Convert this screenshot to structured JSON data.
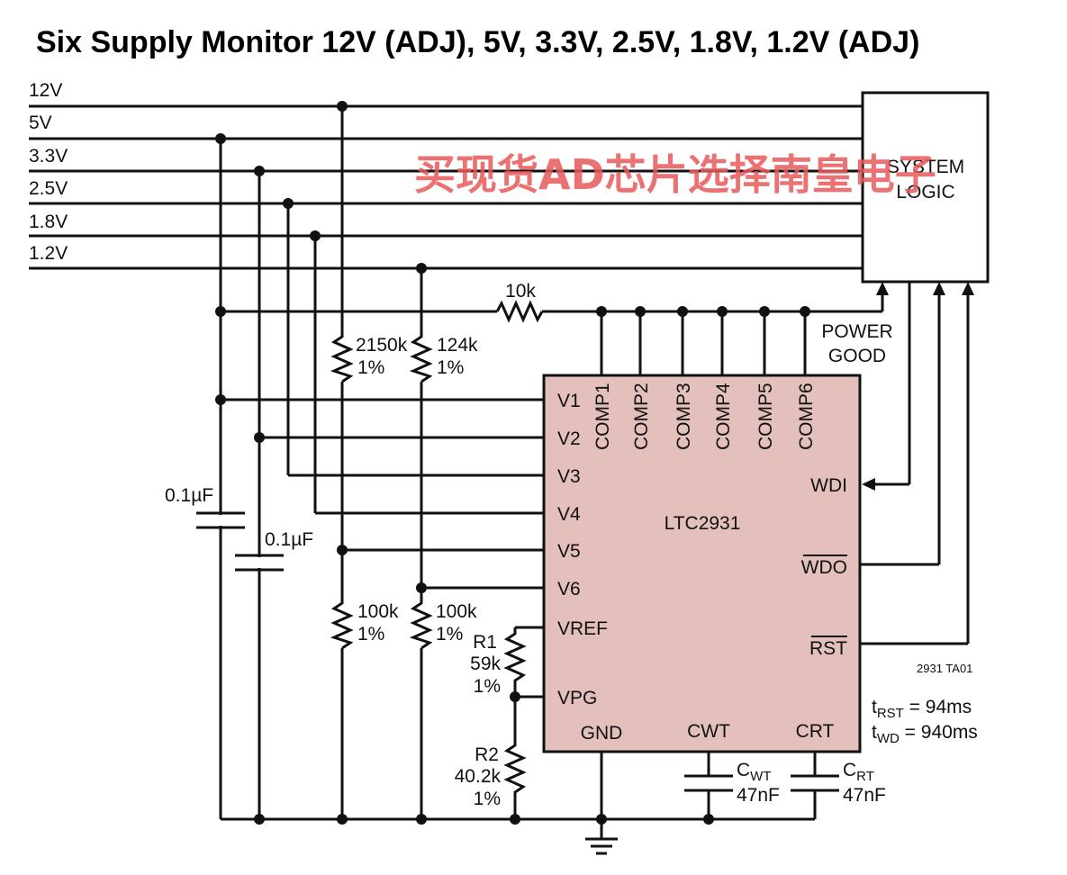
{
  "title": "Six Supply Monitor 12V (ADJ), 5V, 3.3V, 2.5V, 1.8V, 1.2V (ADJ)",
  "watermark": "买现货AD芯片选择南皇电子",
  "rails": [
    "12V",
    "5V",
    "3.3V",
    "2.5V",
    "1.8V",
    "1.2V"
  ],
  "system_logic": {
    "line1": "SYSTEM",
    "line2": "LOGIC"
  },
  "pullup": "10k",
  "power_good": {
    "line1": "POWER",
    "line2": "GOOD"
  },
  "chip": {
    "name": "LTC2931",
    "left_pins": [
      "V1",
      "V2",
      "V3",
      "V4",
      "V5",
      "V6",
      "VREF",
      "VPG"
    ],
    "top_pins": [
      "COMP1",
      "COMP2",
      "COMP3",
      "COMP4",
      "COMP5",
      "COMP6"
    ],
    "right_pins": [
      "WDI",
      "WDO",
      "RST"
    ],
    "bottom_pins": [
      "GND",
      "CWT",
      "CRT"
    ]
  },
  "resistors": {
    "r_top_a": {
      "value": "2150k",
      "tol": "1%"
    },
    "r_top_b": {
      "value": "124k",
      "tol": "1%"
    },
    "r_bot_a": {
      "value": "100k",
      "tol": "1%"
    },
    "r_bot_b": {
      "value": "100k",
      "tol": "1%"
    },
    "r1": {
      "name": "R1",
      "value": "59k",
      "tol": "1%"
    },
    "r2": {
      "name": "R2",
      "value": "40.2k",
      "tol": "1%"
    }
  },
  "caps": {
    "c1": "0.1µF",
    "c2": "0.1µF",
    "cwt": {
      "name": "C",
      "sub": "WT",
      "value": "47nF"
    },
    "crt": {
      "name": "C",
      "sub": "RT",
      "value": "47nF"
    }
  },
  "timing": {
    "trst": {
      "t": "t",
      "sub": "RST",
      "value": " = 94ms"
    },
    "twd": {
      "t": "t",
      "sub": "WD",
      "value": " = 940ms"
    }
  },
  "figure_id": "2931 TA01",
  "colors": {
    "chip_fill": "#e4c0bc",
    "wire": "#111111",
    "watermark": "#e85a5a"
  }
}
